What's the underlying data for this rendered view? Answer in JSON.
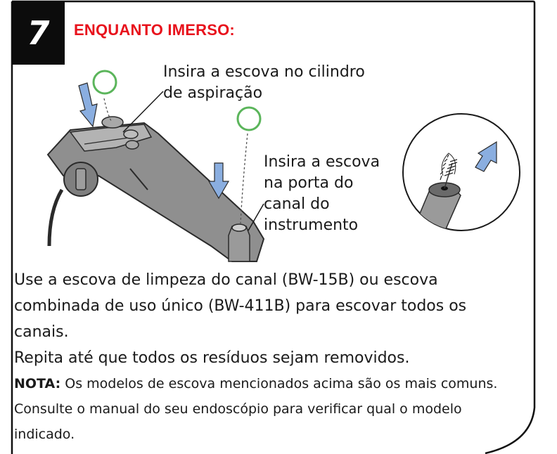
{
  "step": {
    "number": "7",
    "title": "ENQUANTO IMERSO:"
  },
  "callouts": {
    "suction": "Insira a escova no cilindro\nde aspiração",
    "instrument": "Insira a escova\nna porta do\ncanal do\ninstrumento"
  },
  "body": {
    "paragraph1": "Use a escova de limpeza do canal (BW-15B) ou escova combinada de uso único (BW-411B) para escovar todos os canais.",
    "paragraph2": "Repita até que todos os resíduos sejam removidos.",
    "nota_label": "NOTA:",
    "nota_text": " Os modelos de escova mencionados acima são os mais comuns. Consulte o manual do seu endoscópio para verificar qual o modelo indicado."
  },
  "colors": {
    "accent_red": "#e8121c",
    "arrow_blue": "#8aaee0",
    "ring_green": "#5bb55b",
    "device_gray": "#9a9a9a"
  }
}
